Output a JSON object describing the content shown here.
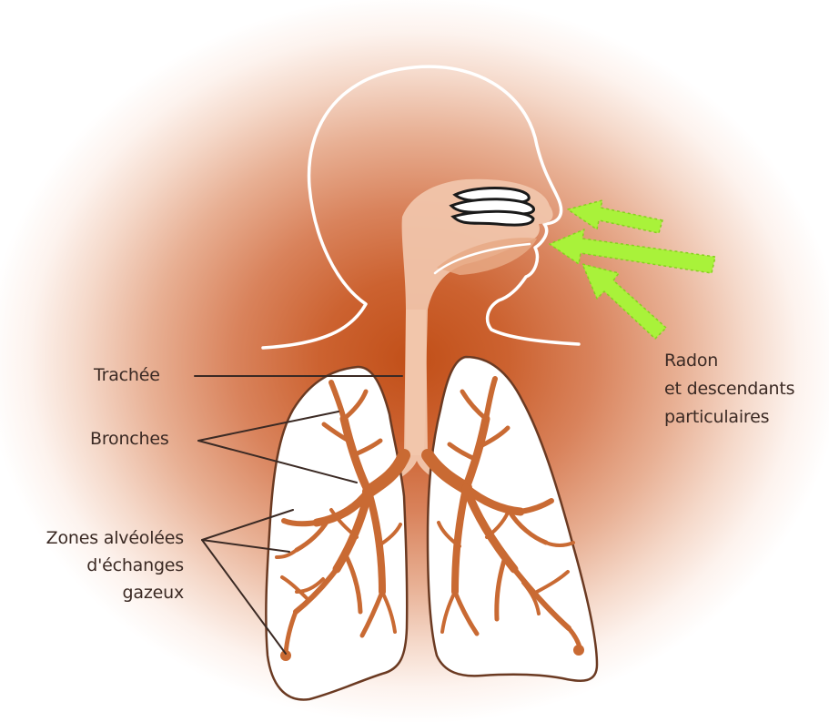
{
  "labels": {
    "trachee": "Trachée",
    "bronches": "Bronches",
    "zones": [
      "Zones alvéolées",
      "d'échanges",
      "gazeux"
    ],
    "radon": [
      "Radon",
      "et descendants",
      "particulaires"
    ]
  },
  "colors": {
    "glow": "#c14f18",
    "bronchial_tree": "#c96a33",
    "airway": "#f1c6ac",
    "radon_arrows": "#a9f23a",
    "outline": "#ffffff",
    "turbinates": "#1a1a1a"
  }
}
